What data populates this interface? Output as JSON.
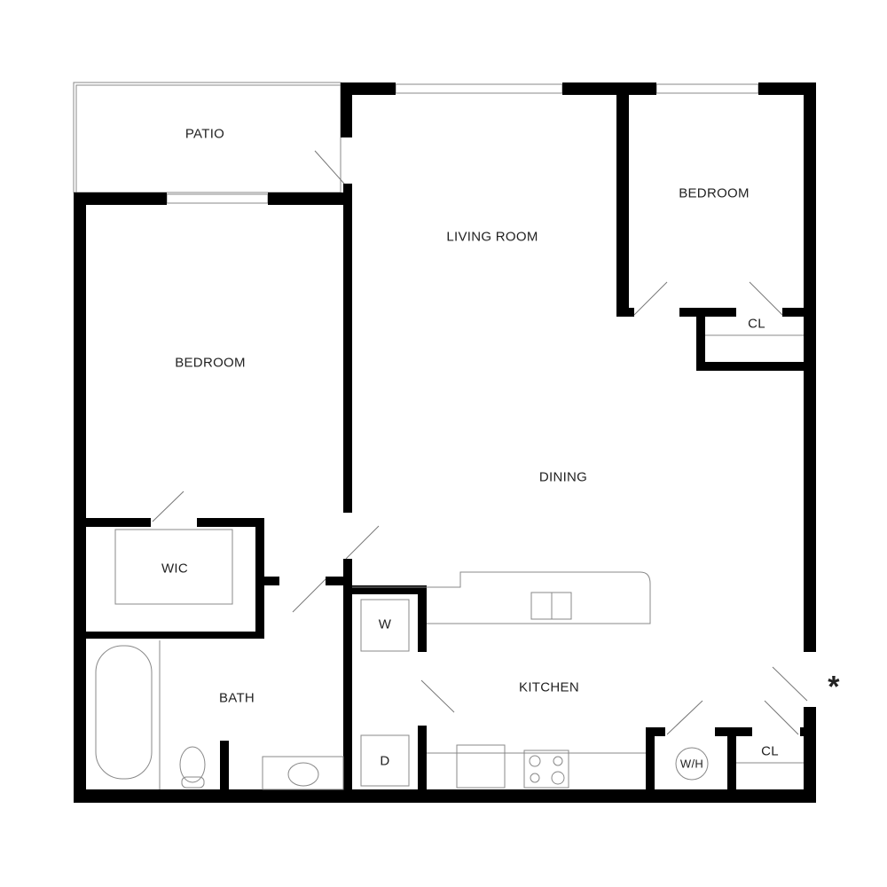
{
  "rooms": {
    "patio": "PATIO",
    "living_room": "LIVING ROOM",
    "bedroom_right": "BEDROOM",
    "bedroom_left": "BEDROOM",
    "closet_bedroom": "CL",
    "dining": "DINING",
    "wic": "WIC",
    "bath": "BATH",
    "kitchen": "KITCHEN",
    "washer": "W",
    "dryer": "D",
    "water_heater": "W/H",
    "closet_entry": "CL"
  },
  "entry_marker": "*"
}
